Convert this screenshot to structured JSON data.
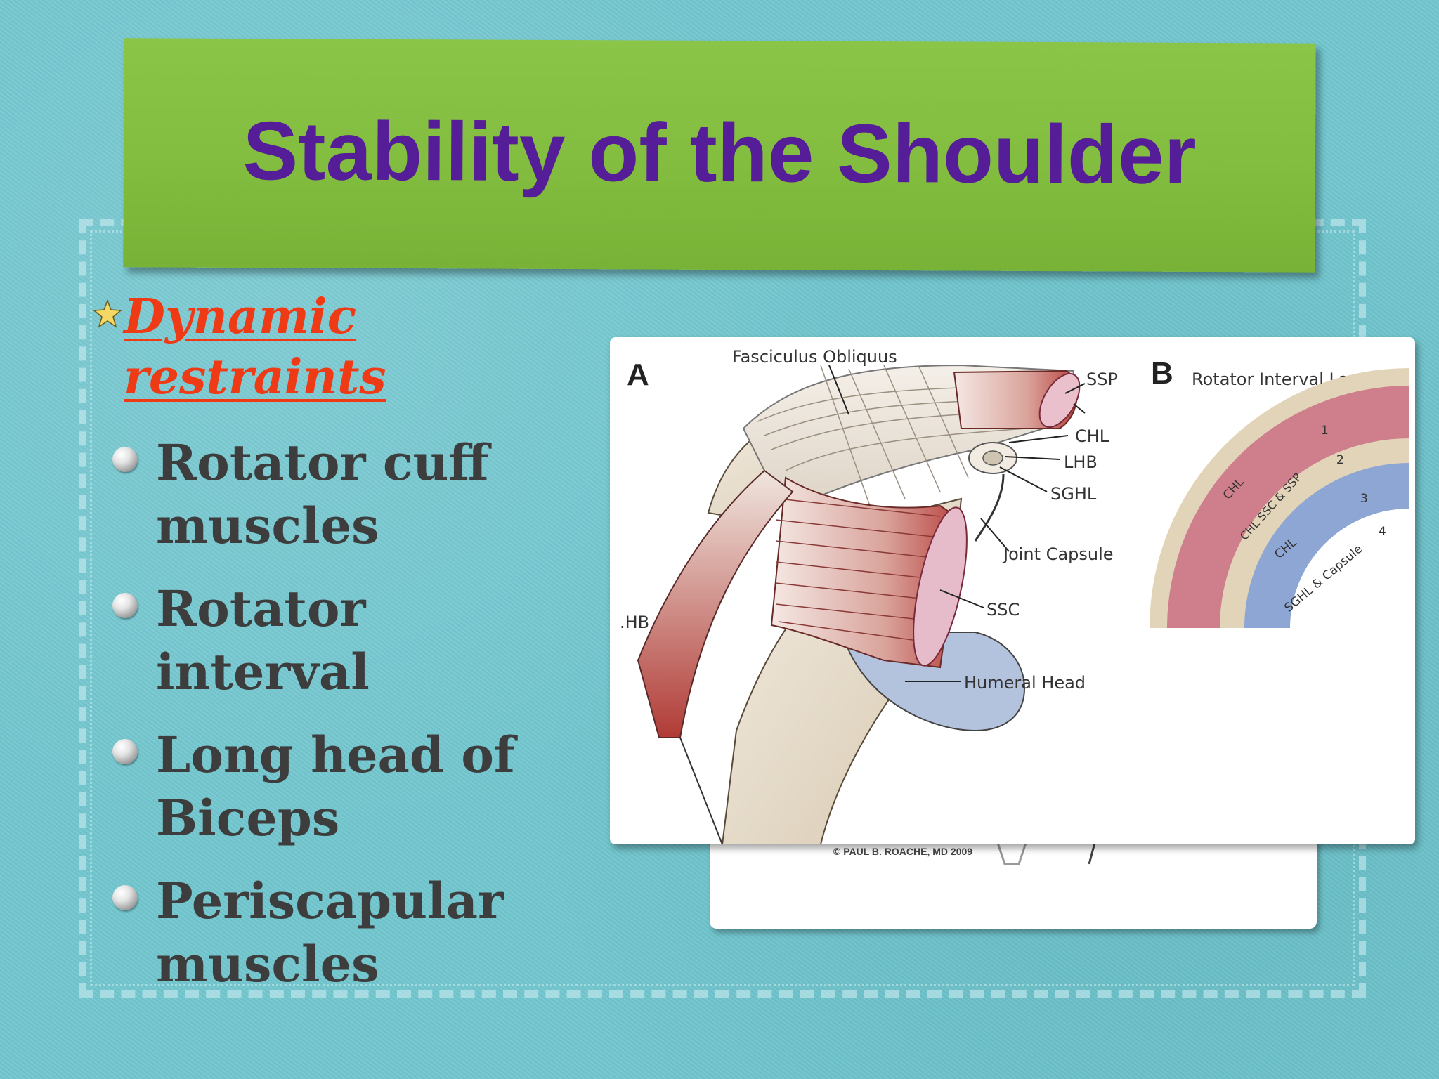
{
  "slide": {
    "title": "Stability of the Shoulder",
    "heading": "Dynamic restraints",
    "bullets": [
      "Rotator cuff muscles",
      "Rotator interval",
      "Long head of Biceps",
      "Periscapular muscles"
    ]
  },
  "figure": {
    "panel_a_letter": "A",
    "panel_b_letter": "B",
    "panel_b_title": "Rotator Interval Layers",
    "labels": {
      "fasciculus": "Fasciculus Obliquus",
      "ssp": "SSP",
      "chl": "CHL",
      "lhb": "LHB",
      "sghl": "SGHL",
      "joint_capsule": "Joint Capsule",
      "ssc": "SSC",
      "lhb_left": ".HB",
      "humeral_head": "Humeral Head"
    },
    "layers": [
      {
        "number": "1",
        "label": "CHL"
      },
      {
        "number": "2",
        "label": "CHL SSC & SSP"
      },
      {
        "number": "3",
        "label": "CHL"
      },
      {
        "number": "4",
        "label": "SGHL & Capsule"
      }
    ],
    "copyright": "© PAUL B. ROACHE, MD 2009"
  },
  "colors": {
    "background": "#73c7d0",
    "banner": "#82bd3f",
    "title": "#551d97",
    "heading": "#ef3a16",
    "bullet_text": "#3d3d3d"
  }
}
